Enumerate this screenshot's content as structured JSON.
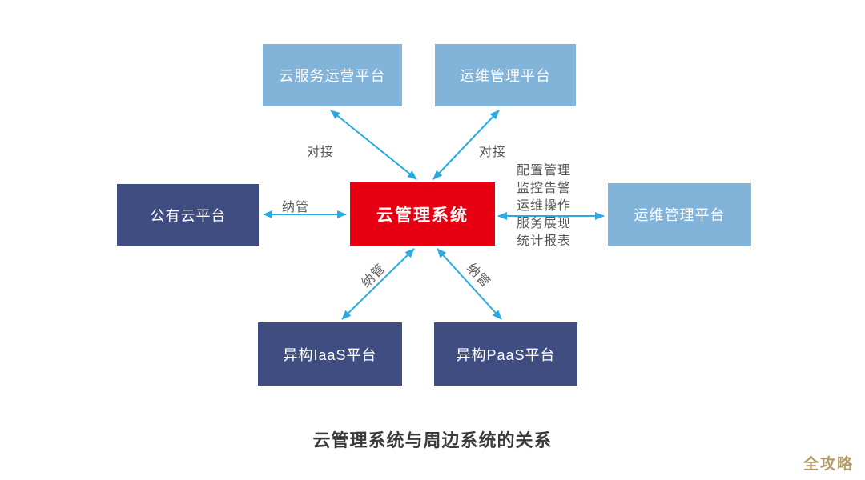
{
  "diagram": {
    "type": "relationship-diagram",
    "title": "云管理系统与周边系统的关系",
    "watermark": "全攻略",
    "center_node": {
      "label": "云管理系统",
      "color": "#e60012"
    },
    "nodes": {
      "top_left": {
        "label": "云服务运营平台",
        "color": "#82b3d9"
      },
      "top_right": {
        "label": "运维管理平台",
        "color": "#82b3d9"
      },
      "left": {
        "label": "公有云平台",
        "color": "#404d80"
      },
      "right": {
        "label": "运维管理平台",
        "color": "#82b3d9"
      },
      "bottom_left": {
        "label": "异构IaaS平台",
        "color": "#404d80"
      },
      "bottom_right": {
        "label": "异构PaaS平台",
        "color": "#404d80"
      }
    },
    "edge_labels": {
      "top_left": "对接",
      "top_right": "对接",
      "left": "纳管",
      "bottom_left": "纳管",
      "bottom_right": "纳管"
    },
    "right_edge_list": [
      "配置管理",
      "监控告警",
      "运维操作",
      "服务展现",
      "统计报表"
    ],
    "arrow_color": "#29abe2",
    "label_color": "#595757"
  }
}
